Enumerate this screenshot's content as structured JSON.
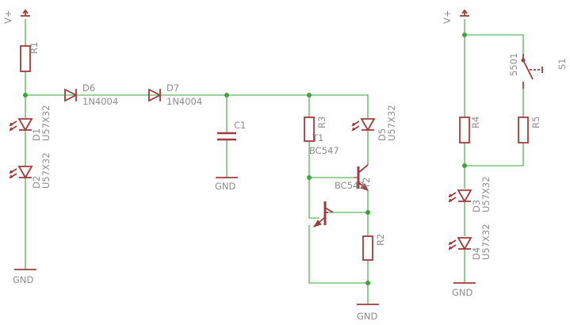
{
  "labels": {
    "vplus_1": "V+",
    "vplus_2": "V+",
    "r1": "R1",
    "d1": "D1",
    "d1_part": "U57X32",
    "d2": "D2",
    "d2_part": "U57X32",
    "gnd_1": "GND",
    "d6": "D6",
    "d6_part": "1N4004",
    "d7": "D7",
    "d7_part": "1N4004",
    "c1": "C1",
    "gnd_2": "GND",
    "r3": "R3",
    "t1": "T1",
    "t1_part": "BC547",
    "d5": "D5",
    "d5_part": "U57X32",
    "t2_part": "BC547",
    "t2": "T2",
    "r2": "R2",
    "gnd_3": "GND",
    "s1_part": "5501",
    "s1": "S1",
    "r4": "R4",
    "r5": "R5",
    "d3": "D3",
    "d3_part": "U57X32",
    "d4": "D4",
    "d4_part": "U57X32",
    "gnd_4": "GND"
  },
  "colors": {
    "wire": "#3aa53a",
    "component": "#a03c3c",
    "label": "#8c8c8c"
  }
}
